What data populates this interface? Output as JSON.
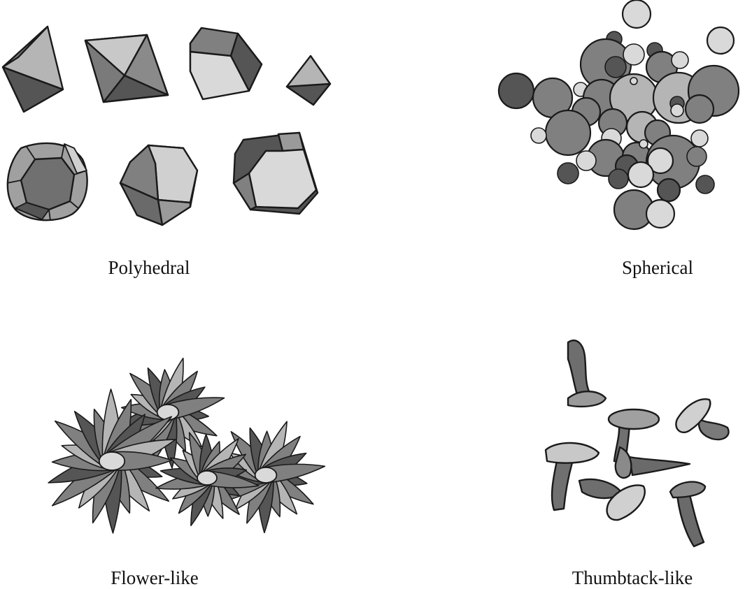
{
  "panels": [
    {
      "key": "polyhedral",
      "label": "Polyhedral"
    },
    {
      "key": "spherical",
      "label": "Spherical"
    },
    {
      "key": "flower",
      "label": "Flower-like"
    },
    {
      "key": "thumbtack",
      "label": "Thumbtack-like"
    }
  ],
  "colors": {
    "dark": "#555555",
    "mid": "#808080",
    "light": "#b5b5b5",
    "pale": "#d9d9d9",
    "outline": "#1a1a1a"
  }
}
